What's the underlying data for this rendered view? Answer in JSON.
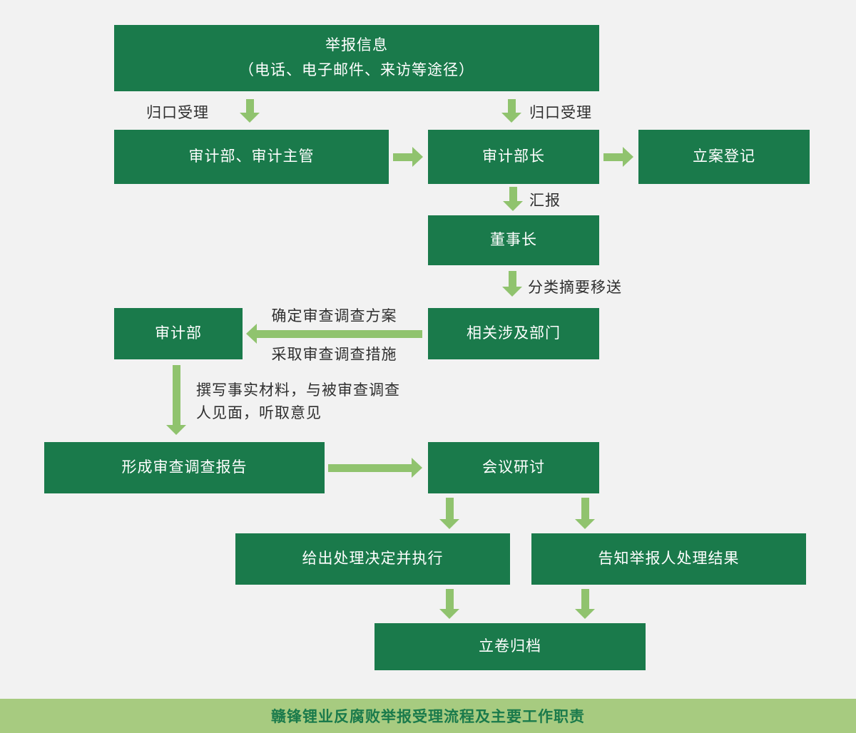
{
  "colors": {
    "background": "#f2f2f2",
    "box": "#1a7a4b",
    "box_text": "#ffffff",
    "arrow": "#90c36e",
    "label_text": "#2f2f2f",
    "banner_bg": "#a7cb80",
    "banner_text": "#1a7a4b"
  },
  "nodes": {
    "report_info_line1": "举报信息",
    "report_info_line2": "（电话、电子邮件、来访等途径）",
    "audit_dept_supervisor": "审计部、审计主管",
    "audit_director": "审计部长",
    "case_registration": "立案登记",
    "chairman": "董事长",
    "related_departments": "相关涉及部门",
    "audit_dept": "审计部",
    "review_report": "形成审查调查报告",
    "meeting_discussion": "会议研讨",
    "decision_execution": "给出处理决定并执行",
    "notify_result": "告知举报人处理结果",
    "filing": "立卷归档"
  },
  "labels": {
    "accept_left": "归口受理",
    "accept_right": "归口受理",
    "report_up": "汇报",
    "classified_transfer": "分类摘要移送",
    "determine_plan": "确定审查调查方案",
    "take_measures": "采取审查调查措施",
    "write_materials_line1": "撰写事实材料，与被审查调查",
    "write_materials_line2": "人见面，听取意见"
  },
  "banner": {
    "title": "赣锋锂业反腐败举报受理流程及主要工作职责"
  }
}
